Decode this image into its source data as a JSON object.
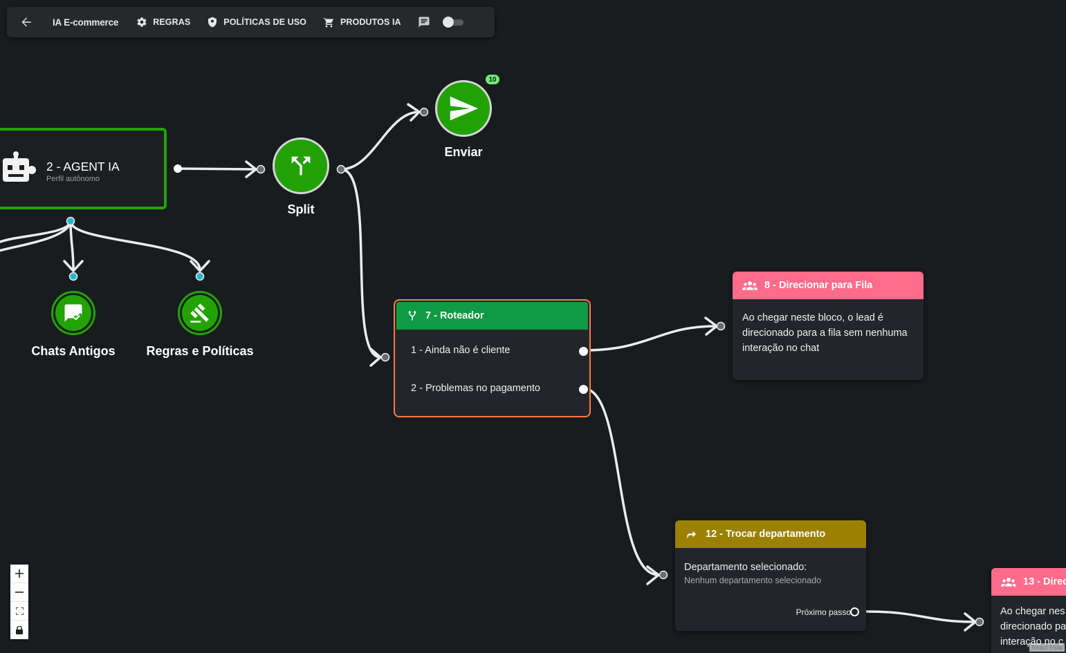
{
  "toolbar": {
    "back_icon": "arrow-left-icon",
    "title": "IA E-commerce",
    "items": [
      {
        "label": "REGRAS",
        "icon": "gear-icon"
      },
      {
        "label": "POLÍTICAS DE USO",
        "icon": "shield-icon"
      },
      {
        "label": "PRODUTOS IA",
        "icon": "cart-icon"
      }
    ],
    "chat_icon": "chat-icon",
    "toggle_on": false
  },
  "nodes": {
    "agent": {
      "title": "2 - AGENT IA",
      "subtitle": "Perfil autônomo",
      "icon": "robot-icon"
    },
    "split": {
      "label": "Split",
      "icon": "split-icon"
    },
    "send": {
      "label": "Enviar",
      "icon": "send-icon",
      "badge": "10"
    },
    "old_chats": {
      "label": "Chats Antigos",
      "icon": "chat-check-icon"
    },
    "rules": {
      "label": "Regras e Políticas",
      "icon": "gavel-icon"
    },
    "router": {
      "title": "7 - Roteador",
      "icon": "fork-icon",
      "options": [
        "1 - Ainda não é cliente",
        "2 - Problemas no pagamento"
      ]
    },
    "queue8": {
      "title": "8 - Direcionar para Fila",
      "icon": "group-icon",
      "body": "Ao chegar neste bloco, o lead é direcionado para a fila sem nenhuma interação no chat"
    },
    "dept12": {
      "title": "12 - Trocar departamento",
      "icon": "redirect-arrow-icon",
      "label": "Departamento selecionado:",
      "value": "Nenhum departamento selecionado",
      "next": "Próximo passo"
    },
    "queue13": {
      "title": "13 - Direc",
      "icon": "group-icon",
      "body": "Ao chegar nes direcionado pa interação no c"
    }
  },
  "colors": {
    "background": "#181c1f",
    "green": "#23a300",
    "router_header": "#0f9a44",
    "router_border": "#ff7a45",
    "queue_header": "#ff6b8b",
    "dept_header": "#9c8000",
    "handle_cyan": "#22b8cf"
  },
  "zoom_controls": [
    "zoom-in-icon",
    "zoom-out-icon",
    "fit-view-icon",
    "lock-icon"
  ],
  "attribution": "React Flow"
}
